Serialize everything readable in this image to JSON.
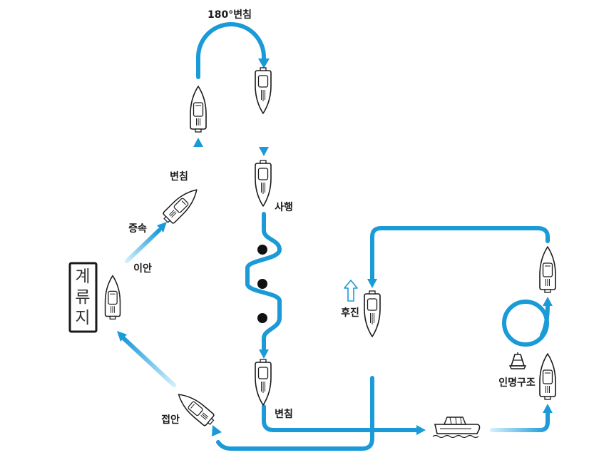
{
  "diagram": {
    "mooring_label": [
      "계",
      "류",
      "지"
    ],
    "labels": {
      "departure": "이안",
      "speed_up": "증속",
      "turn_1": "변침",
      "u_turn": "180°변침",
      "slalom": "사행",
      "turn_2": "변침",
      "reverse": "후진",
      "rescue": "인명구조",
      "docking": "접안"
    },
    "colors": {
      "path": "#1b9ad8",
      "path_faded": "#8fd0f0",
      "outline": "#1a1a1a"
    },
    "icons": {
      "boat": "boat-icon",
      "buoy": "buoy-icon",
      "arrow": "arrowhead-icon",
      "reverse_arrow": "hollow-up-arrow-icon",
      "slalom_marker": "dot-marker-icon"
    }
  }
}
